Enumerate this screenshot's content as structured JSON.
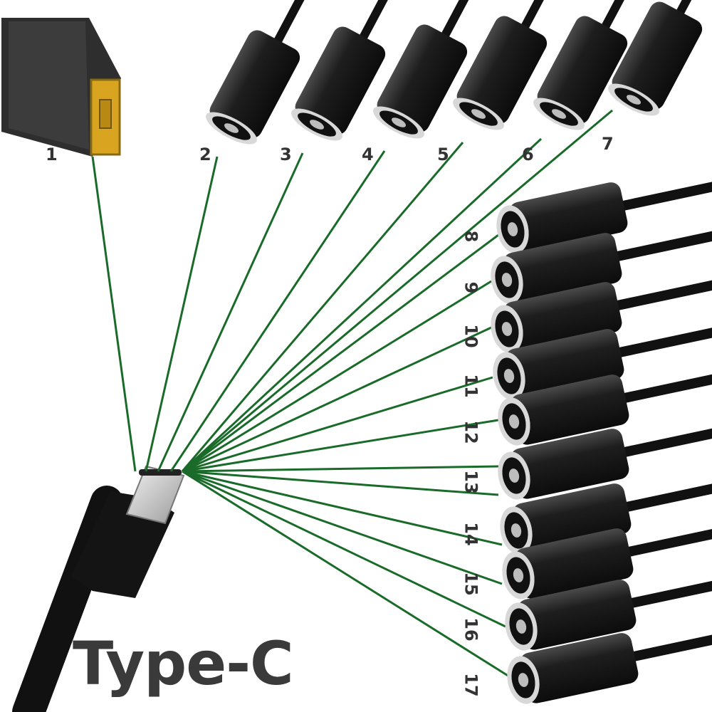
{
  "title": "Type-C",
  "colors": {
    "wire": "#1a6b2a",
    "barrel": "#1c1c1c",
    "cable": "#111111",
    "tip": "#d9a520",
    "label": "#333333"
  },
  "connectors": [
    {
      "id": "1"
    },
    {
      "id": "2"
    },
    {
      "id": "3"
    },
    {
      "id": "4"
    },
    {
      "id": "5"
    },
    {
      "id": "6"
    },
    {
      "id": "7"
    },
    {
      "id": "8"
    },
    {
      "id": "9"
    },
    {
      "id": "10"
    },
    {
      "id": "11"
    },
    {
      "id": "12"
    },
    {
      "id": "13"
    },
    {
      "id": "14"
    },
    {
      "id": "15"
    },
    {
      "id": "16"
    },
    {
      "id": "17"
    }
  ]
}
